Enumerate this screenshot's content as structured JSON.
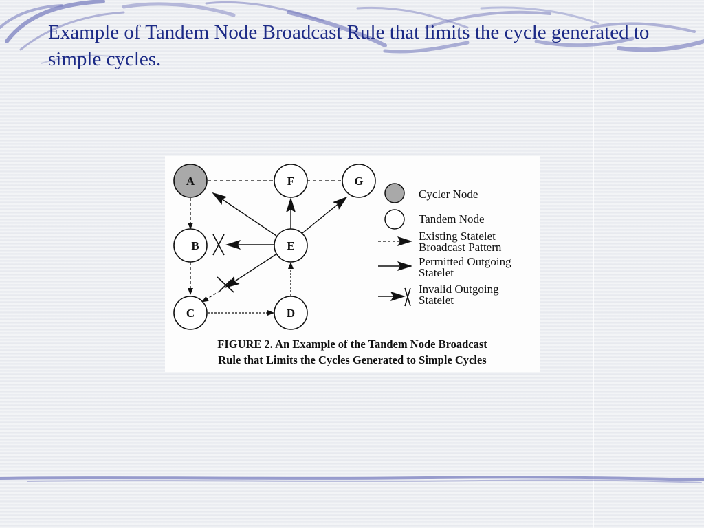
{
  "slide": {
    "title": "Example of Tandem Node Broadcast Rule that limits the cycle generated to simple cycles.",
    "colors": {
      "title": "#1c2a86",
      "swirl": "#7b80c0",
      "background": "#eceef2"
    }
  },
  "diagram": {
    "nodes": [
      {
        "id": "A",
        "label": "A",
        "type": "cycler"
      },
      {
        "id": "F",
        "label": "F",
        "type": "tandem"
      },
      {
        "id": "G",
        "label": "G",
        "type": "tandem"
      },
      {
        "id": "B",
        "label": "B",
        "type": "tandem"
      },
      {
        "id": "E",
        "label": "E",
        "type": "tandem"
      },
      {
        "id": "C",
        "label": "C",
        "type": "tandem"
      },
      {
        "id": "D",
        "label": "D",
        "type": "tandem"
      }
    ],
    "legend": {
      "cycler_node": "Cycler Node",
      "tandem_node": "Tandem Node",
      "existing_line1": "Existing Statelet",
      "existing_line2": "Broadcast Pattern",
      "permitted_line1": "Permitted Outgoing",
      "permitted_line2": "Statelet",
      "invalid_line1": "Invalid Outgoing",
      "invalid_line2": "Statelet"
    },
    "caption": {
      "line1": "FIGURE 2. An Example of the Tandem Node Broadcast",
      "line2": "Rule that Limits the Cycles Generated to Simple Cycles"
    }
  }
}
